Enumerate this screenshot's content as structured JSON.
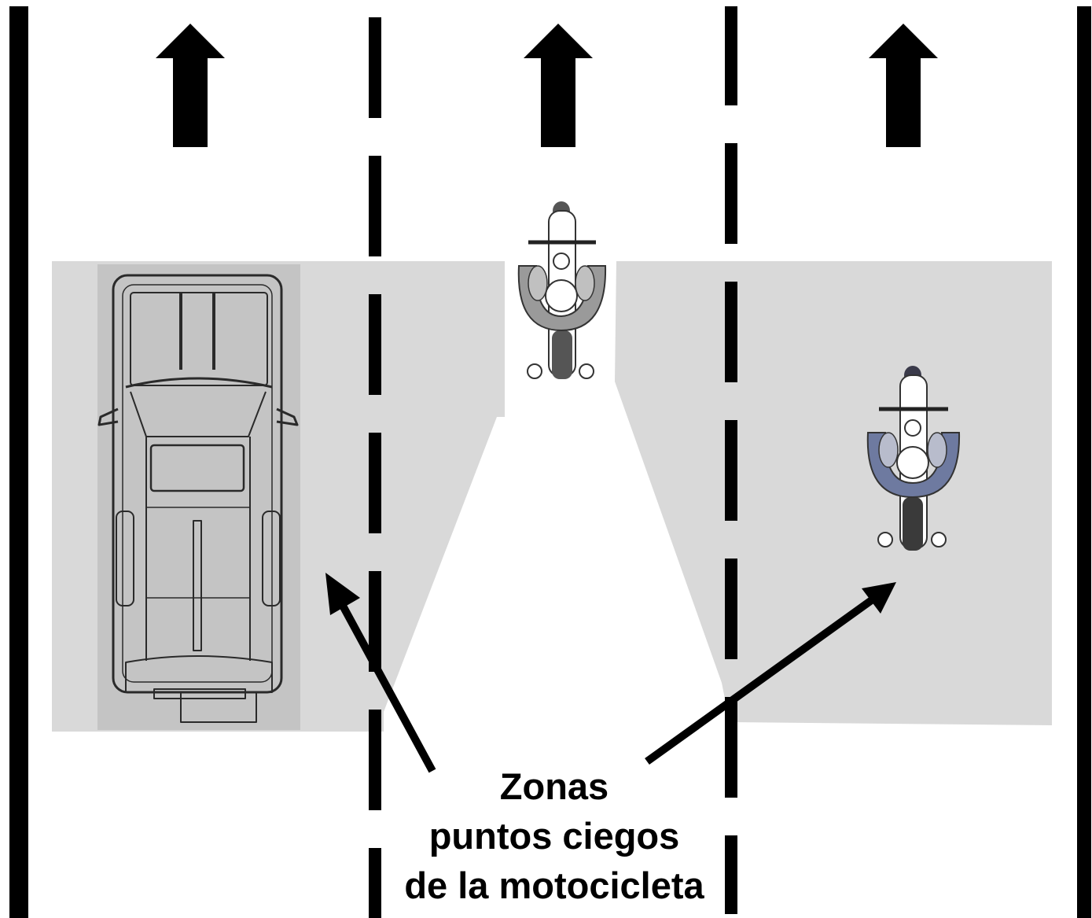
{
  "caption": {
    "line1": "Zonas",
    "line2": "puntos ciegos",
    "line3": "de la motocicleta"
  },
  "colors": {
    "background": "#ffffff",
    "road_lines": "#000000",
    "blind_zone": "#d9d9d9",
    "car_body": "#c4c4c4",
    "car_lines": "#2a2a2a",
    "moto_main": "#9a9a9a",
    "moto_side": "#6e7aa0"
  },
  "icons": [
    "arrow-up-icon",
    "car-icon",
    "motorcycle-icon"
  ]
}
